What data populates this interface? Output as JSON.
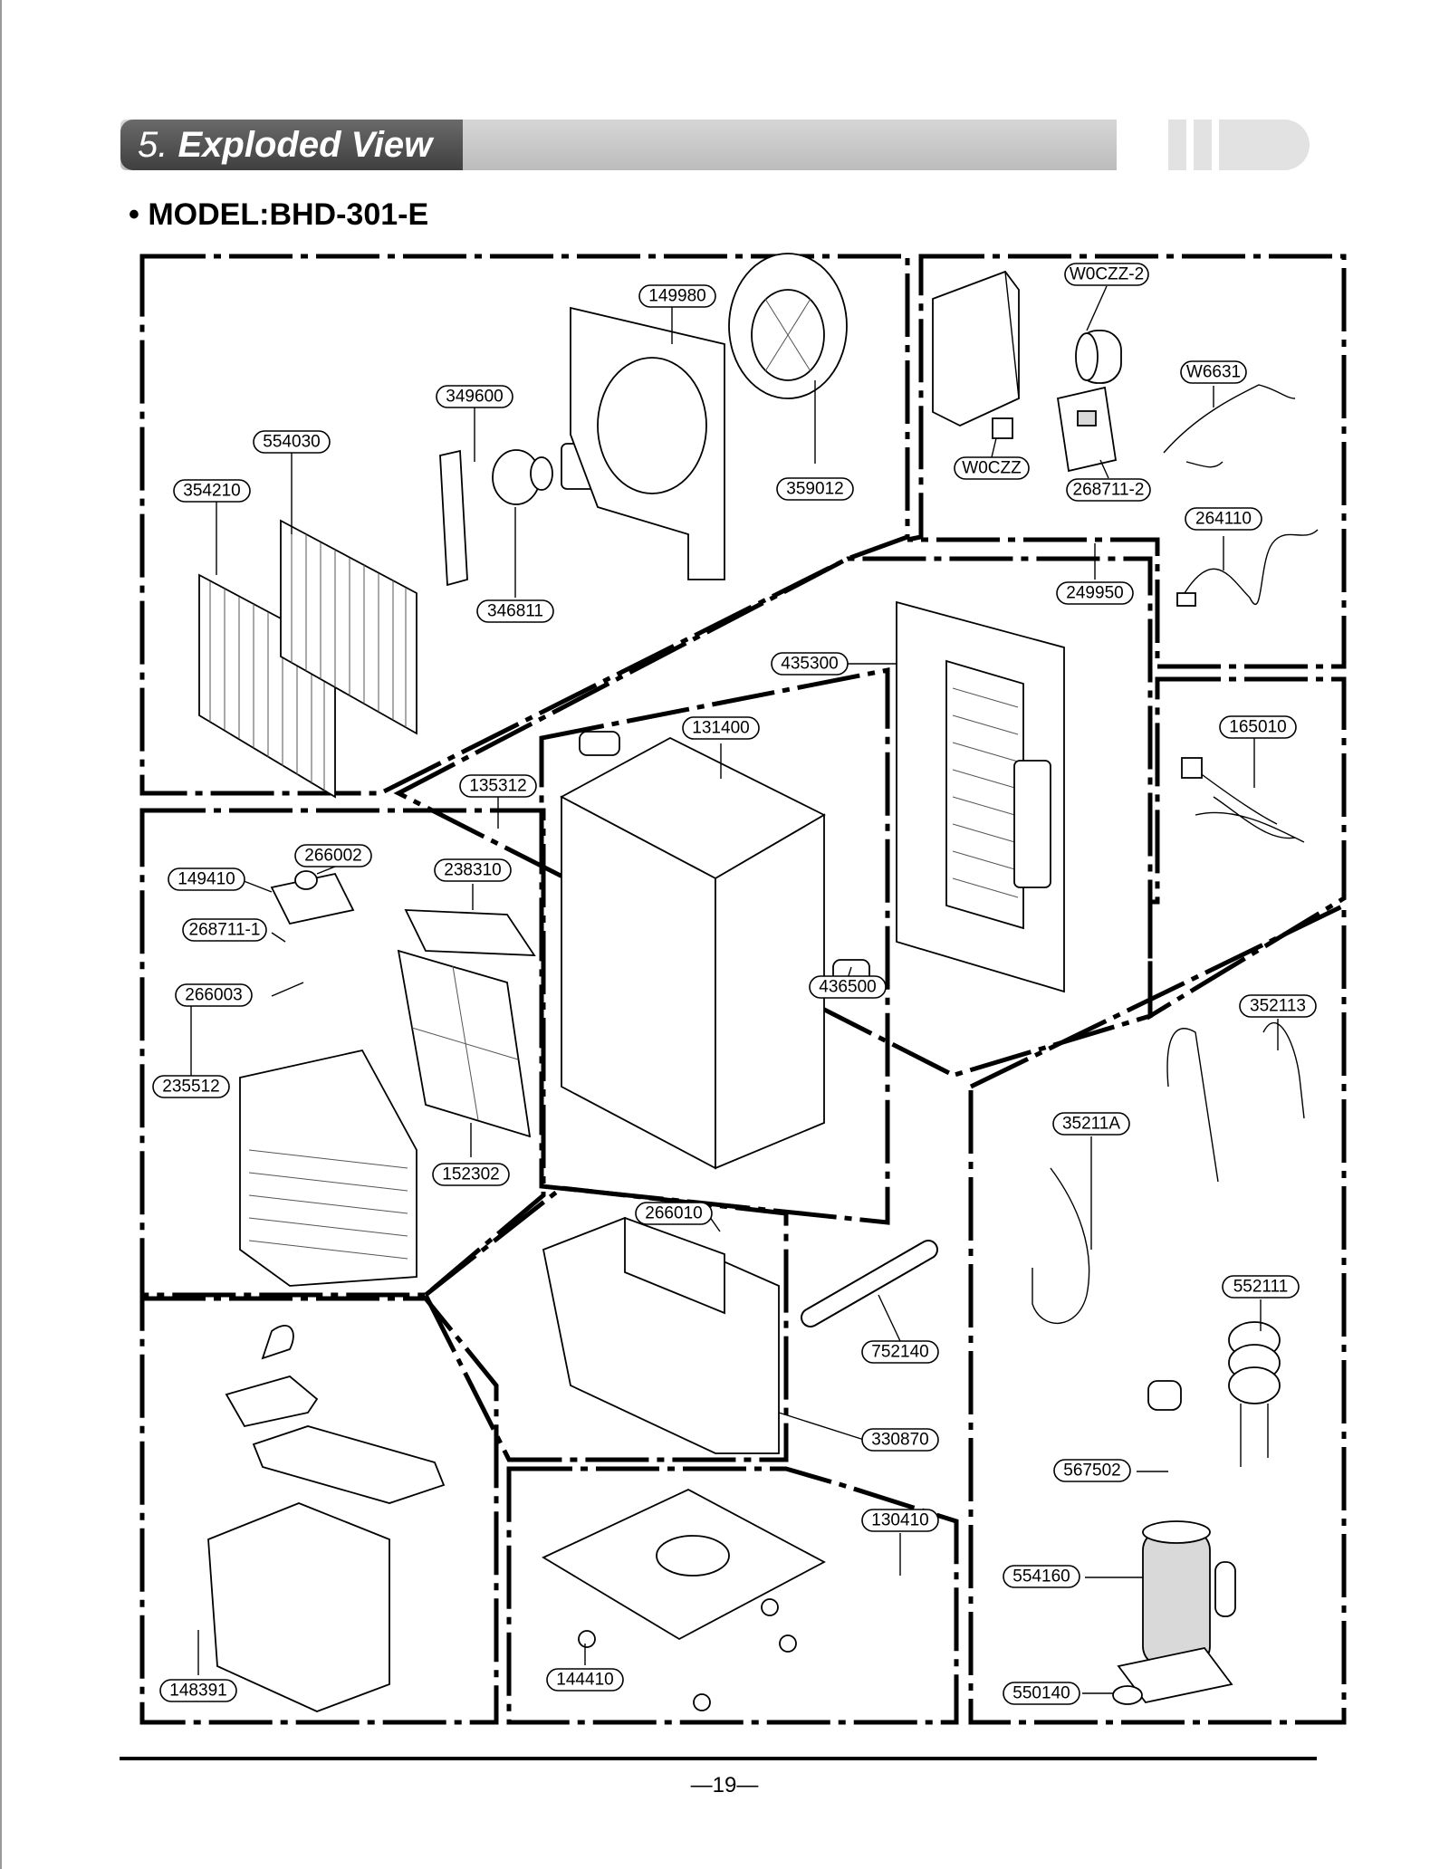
{
  "header": {
    "section_number": "5.",
    "section_title": "Exploded View"
  },
  "model": "• MODEL:BHD-301-E",
  "parts": [
    {
      "id": "p149980",
      "label": "149980"
    },
    {
      "id": "p349600",
      "label": "349600"
    },
    {
      "id": "p554030",
      "label": "554030"
    },
    {
      "id": "p354210",
      "label": "354210"
    },
    {
      "id": "p359012",
      "label": "359012"
    },
    {
      "id": "p346811",
      "label": "346811"
    },
    {
      "id": "pW0CZZ2",
      "label": "W0CZZ-2"
    },
    {
      "id": "pW6631",
      "label": "W6631"
    },
    {
      "id": "pW0CZZ",
      "label": "W0CZZ"
    },
    {
      "id": "p268711_2",
      "label": "268711-2"
    },
    {
      "id": "p264110",
      "label": "264110"
    },
    {
      "id": "p249950",
      "label": "249950"
    },
    {
      "id": "p435300",
      "label": "435300"
    },
    {
      "id": "p131400",
      "label": "131400"
    },
    {
      "id": "p135312",
      "label": "135312"
    },
    {
      "id": "p165010",
      "label": "165010"
    },
    {
      "id": "p266002",
      "label": "266002"
    },
    {
      "id": "p149410",
      "label": "149410"
    },
    {
      "id": "p238310",
      "label": "238310"
    },
    {
      "id": "p268711_1",
      "label": "268711-1"
    },
    {
      "id": "p266003",
      "label": "266003"
    },
    {
      "id": "p436500",
      "label": "436500"
    },
    {
      "id": "p352113",
      "label": "352113"
    },
    {
      "id": "p235512",
      "label": "235512"
    },
    {
      "id": "p35211A",
      "label": "35211A"
    },
    {
      "id": "p152302",
      "label": "152302"
    },
    {
      "id": "p266010",
      "label": "266010"
    },
    {
      "id": "p552111",
      "label": "552111"
    },
    {
      "id": "p752140",
      "label": "752140"
    },
    {
      "id": "p330870",
      "label": "330870"
    },
    {
      "id": "p567502",
      "label": "567502"
    },
    {
      "id": "p130410",
      "label": "130410"
    },
    {
      "id": "p554160",
      "label": "554160"
    },
    {
      "id": "p148391",
      "label": "148391"
    },
    {
      "id": "p144410",
      "label": "144410"
    },
    {
      "id": "p550140",
      "label": "550140"
    }
  ],
  "footer": {
    "page_number": "—19—"
  }
}
